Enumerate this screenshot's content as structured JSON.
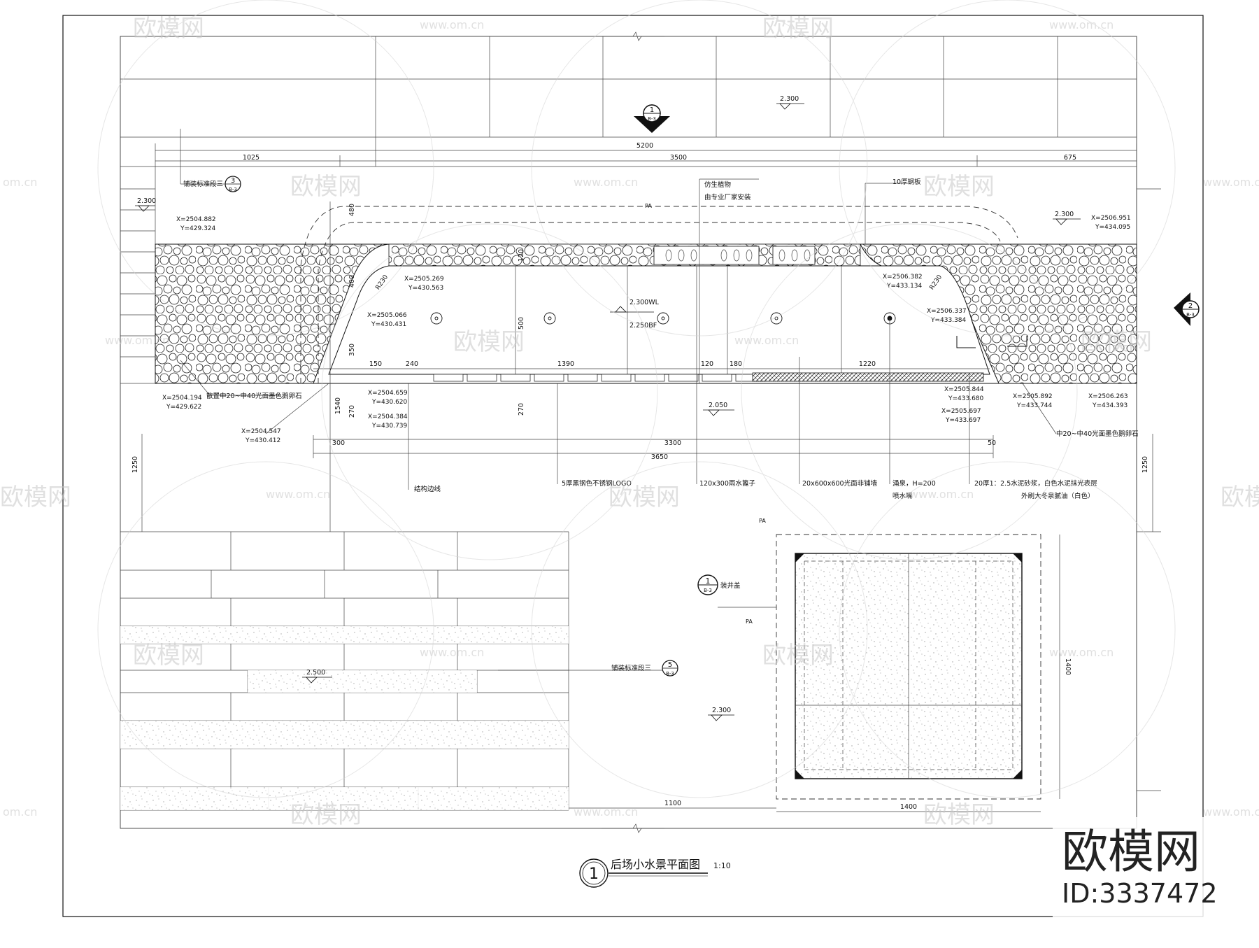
{
  "drawing": {
    "title": "后场小水景平面图",
    "scale": "1:10",
    "number": "1"
  },
  "dimensions": {
    "top_total": "5200",
    "top_left": "1025",
    "top_mid": "3500",
    "top_right": "675",
    "pool_240": "240",
    "pool_1390": "1390",
    "pool_120": "120",
    "pool_180": "180",
    "pool_1220": "1220",
    "pool_150": "150",
    "bottom_300": "300",
    "bottom_3300": "3300",
    "bottom_50": "50",
    "bottom_3650": "3650",
    "v_480a": "480",
    "v_400": "400",
    "v_350": "350",
    "v_1540": "1540",
    "v_270a": "270",
    "v_270b": "270",
    "v_500": "500",
    "v_120": "120",
    "v_1250a": "1250",
    "v_1250b": "1250",
    "r_4230a": "R230",
    "r_4230b": "R230",
    "lower_1100": "1100",
    "lower_1400": "1400",
    "lower_1400v": "1400"
  },
  "elevations": {
    "e1": "2.300",
    "e2": "2.300",
    "e3": "2.300",
    "e4": "2.300WL",
    "e5": "2.250BF",
    "e6": "2.050",
    "e7": "2.500",
    "e8": "2.300"
  },
  "coordinates": {
    "c1": [
      "X=2504.882",
      "Y=429.324"
    ],
    "c2": [
      "X=2505.269",
      "Y=430.563"
    ],
    "c3": [
      "X=2505.066",
      "Y=430.431"
    ],
    "c4": [
      "X=2504.194",
      "Y=429.622"
    ],
    "c5": [
      "X=2504.547",
      "Y=430.412"
    ],
    "c6": [
      "X=2504.659",
      "Y=430.620"
    ],
    "c7": [
      "X=2504.384",
      "Y=430.739"
    ],
    "c8": [
      "X=2506.951",
      "Y=434.095"
    ],
    "c9": [
      "X=2506.382",
      "Y=433.134"
    ],
    "c10": [
      "X=2506.337",
      "Y=433.384"
    ],
    "c11": [
      "X=2505.844",
      "Y=433.680"
    ],
    "c12": [
      "X=2505.697",
      "Y=433.697"
    ],
    "c13": [
      "X=2505.892",
      "Y=433.744"
    ],
    "c14": [
      "X=2506.263",
      "Y=434.393"
    ]
  },
  "annotations": {
    "paving_std_3": "铺装标准段三",
    "artificial_plant_1": "仿生植物",
    "artificial_plant_2": "由专业厂家安装",
    "steel_10mm": "10厚钢板",
    "pebble_left": "散置中20~中40光面墨色鹅卵石",
    "pebble_right": "中20~中40光面墨色鹅卵石",
    "structure_edge": "结构边线",
    "steel_grate": "5厚黑钢色不锈钢LOGO",
    "drain_cover": "120x300雨水篦子",
    "tile_600": "20x600x600光面非铺墙",
    "fountain": "涌泉，H=200",
    "nozzle": "喷水嘴",
    "mortar_1": "20厚1：2.5水泥砂浆，白色水泥抹光表层",
    "mortar_2": "外刷大冬泉腻油（白色）",
    "well_cover": "装井盖",
    "paving_std_5": "铺装标准段三",
    "pa1": "PA",
    "pa2": "PA",
    "pa3": "PA"
  },
  "callouts": {
    "section1_num": "1",
    "section1_sheet": "B-3",
    "section2_num": "2",
    "section2_sheet": "B-3",
    "detail3_num": "3",
    "detail3_sheet": "B-3",
    "detail5_num": "5",
    "detail5_sheet": "B-3",
    "well_num": "1",
    "well_sheet": "B-3"
  },
  "watermark": {
    "brand": "欧模网",
    "url": "www.om.cn",
    "url_short": "om.cn",
    "id": "ID:3337472"
  }
}
